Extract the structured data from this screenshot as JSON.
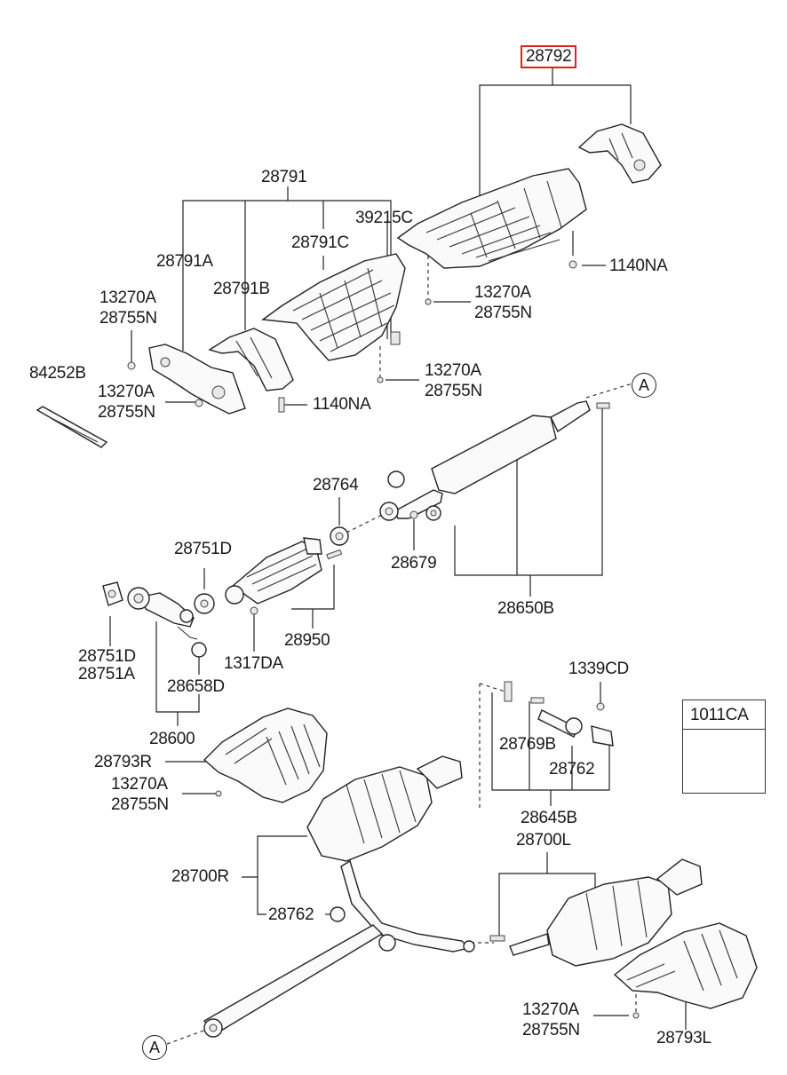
{
  "labels": {
    "p28792": "28792",
    "p28791": "28791",
    "p39215c": "39215C",
    "p28791c": "28791C",
    "p28791a": "28791A",
    "p28791b": "28791B",
    "p1140na_top": "1140NA",
    "p13270a_top": "13270A",
    "p28755n_top": "28755N",
    "p13270a_left1": "13270A",
    "p28755n_left1": "28755N",
    "p84252b": "84252B",
    "p13270a_left2": "13270A",
    "p28755n_left2": "28755N",
    "p1140na_mid": "1140NA",
    "p13270a_mid": "13270A",
    "p28755n_mid": "28755N",
    "p28764": "28764",
    "p28751d_top": "28751D",
    "p28679": "28679",
    "p28650b": "28650B",
    "p28950": "28950",
    "p28751d_bot": "28751D",
    "p28751a": "28751A",
    "p1317da": "1317DA",
    "p28658d": "28658D",
    "p1339cd": "1339CD",
    "p28600": "28600",
    "p28769b": "28769B",
    "p28762_top": "28762",
    "p28793r": "28793R",
    "p13270a_r": "13270A",
    "p28755n_r": "28755N",
    "p28645b": "28645B",
    "p28700l": "28700L",
    "p28700r": "28700R",
    "p28762_bot": "28762",
    "p13270a_bot": "13270A",
    "p28755n_bot": "28755N",
    "p28793l": "28793L",
    "p1011ca": "1011CA"
  },
  "refs": {
    "a_top": "A",
    "a_bot": "A"
  },
  "colors": {
    "highlight": "#d8261f",
    "line": "#222222"
  }
}
